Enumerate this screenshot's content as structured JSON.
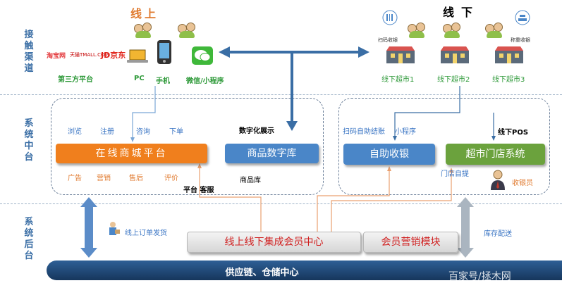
{
  "layers": {
    "channel": "接触渠道",
    "middle": "系统中台",
    "back": "系统后台"
  },
  "online": {
    "title": "线上",
    "third_party_label": "第三方平台",
    "third_party_logos": [
      "淘宝网",
      "天猫TMALL.COM",
      "JD京东"
    ],
    "pc_label": "PC",
    "phone_label": "手机",
    "wechat_label": "微信/小程序"
  },
  "offline": {
    "title": "线下",
    "scan_label": "扫码收银",
    "weigh_label": "称重收银",
    "stores": [
      "线下超市1",
      "线下超市2",
      "线下超市3"
    ]
  },
  "middle": {
    "mall_actions": [
      "浏览",
      "注册",
      "咨询",
      "下单"
    ],
    "mall_button": "在线商城平台",
    "mall_sub": [
      "广告",
      "营销",
      "售后",
      "评价"
    ],
    "digital_display": "数字化展示",
    "goods_button": "商品数字库",
    "goods_lib": "商品库",
    "platform_service": "平台 客服",
    "scan_checkout": "扫码自助结账",
    "mini_program": "小程序",
    "self_checkout_button": "自助收银",
    "pos_label": "线下POS",
    "store_system_button": "超市门店系统",
    "store_pickup": "门店自提",
    "cashier": "收银员"
  },
  "back": {
    "online_order": "线上订单发货",
    "member_center": "线上线下集成会员中心",
    "member_marketing": "会员营销模块",
    "inventory": "库存配送",
    "supply_chain": "供应链、仓储中心"
  },
  "watermark": "百家号/拯木网",
  "colors": {
    "mall_button": "#f07f1d",
    "goods_button": "#4a86c8",
    "self_checkout": "#4a86c8",
    "store_system": "#6ba23d",
    "layer_text": "#3a6ea5",
    "base_bar": "#1f4b7f"
  }
}
